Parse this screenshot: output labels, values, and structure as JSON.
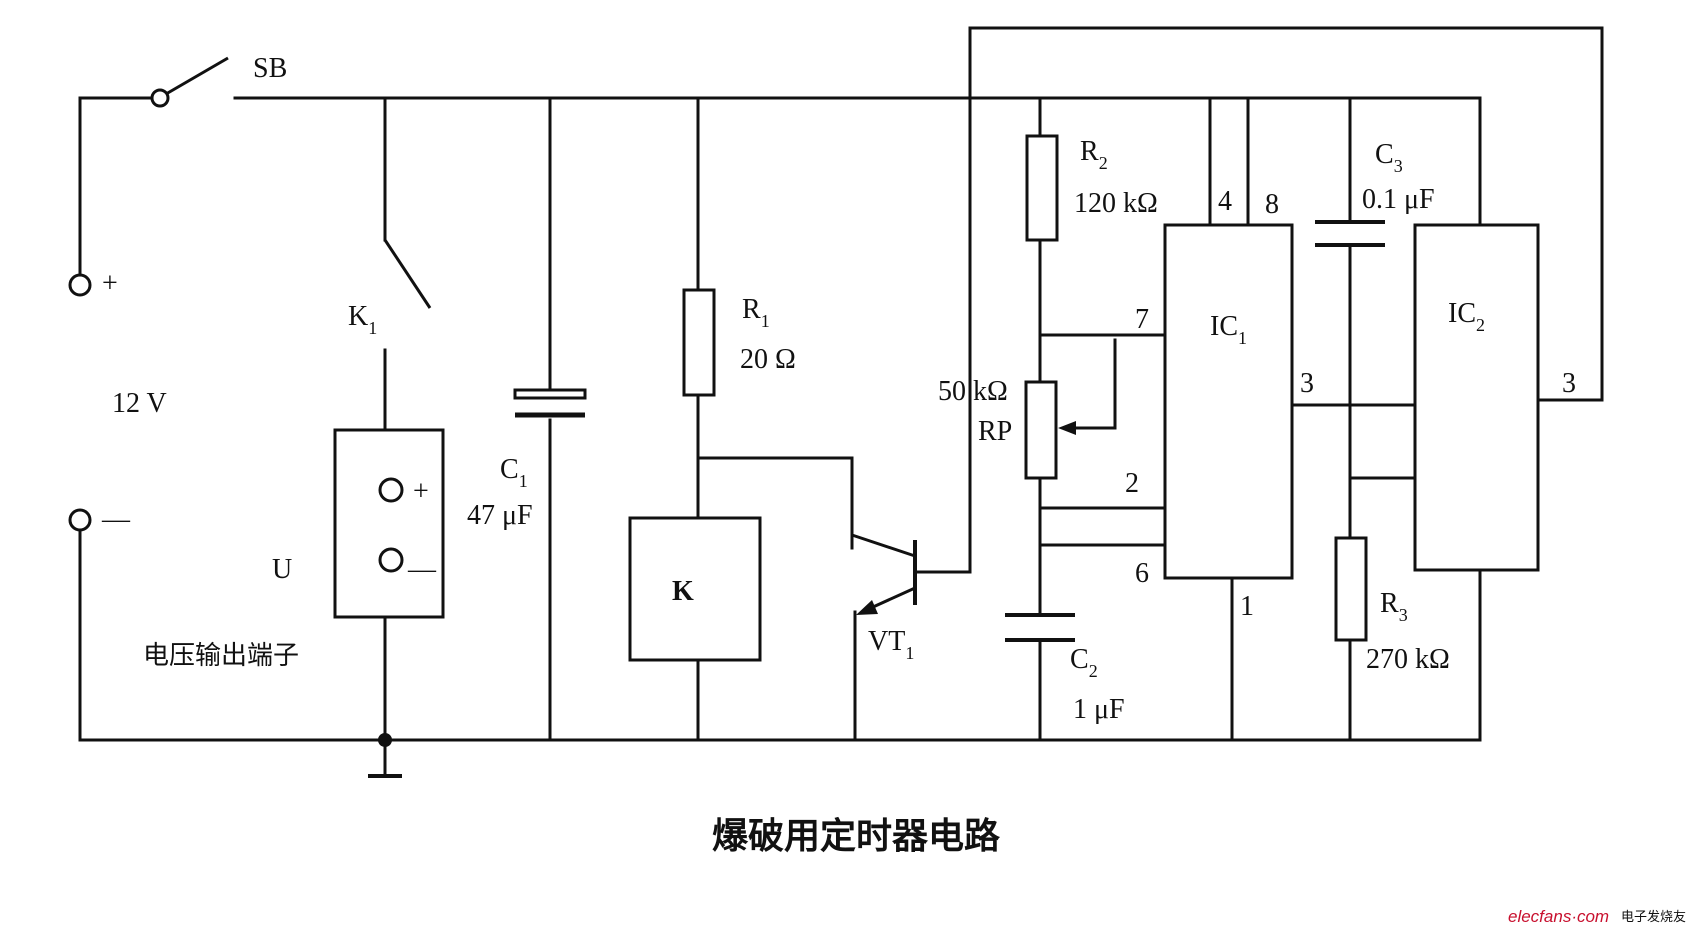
{
  "title": "爆破用定时器电路",
  "watermark": {
    "site": "elecfans·com",
    "tag": "电子发烧友"
  },
  "labels": {
    "sb": "SB",
    "plus_terminal": "+",
    "minus_terminal": "—",
    "supply": "12 V",
    "k1": "K",
    "k1_sub": "1",
    "u": "U",
    "u_plus": "+",
    "u_minus": "—",
    "output_terminal": "电压输出端子",
    "c1": "C",
    "c1_sub": "1",
    "c1_value": "47 μF",
    "r1": "R",
    "r1_sub": "1",
    "r1_value": "20 Ω",
    "relay": "K",
    "vt1": "VT",
    "vt1_sub": "1",
    "r2": "R",
    "r2_sub": "2",
    "r2_value": "120 kΩ",
    "rp_value": "50 kΩ",
    "rp": "RP",
    "c2": "C",
    "c2_sub": "2",
    "c2_value": "1 μF",
    "ic1": "IC",
    "ic1_sub": "1",
    "ic1_pin4": "4",
    "ic1_pin8": "8",
    "ic1_pin7": "7",
    "ic1_pin2": "2",
    "ic1_pin6": "6",
    "ic1_pin3": "3",
    "ic1_pin1": "1",
    "c3": "C",
    "c3_sub": "3",
    "c3_value": "0.1 μF",
    "ic2": "IC",
    "ic2_sub": "2",
    "ic2_pin3": "3",
    "r3": "R",
    "r3_sub": "3",
    "r3_value": "270 kΩ"
  }
}
